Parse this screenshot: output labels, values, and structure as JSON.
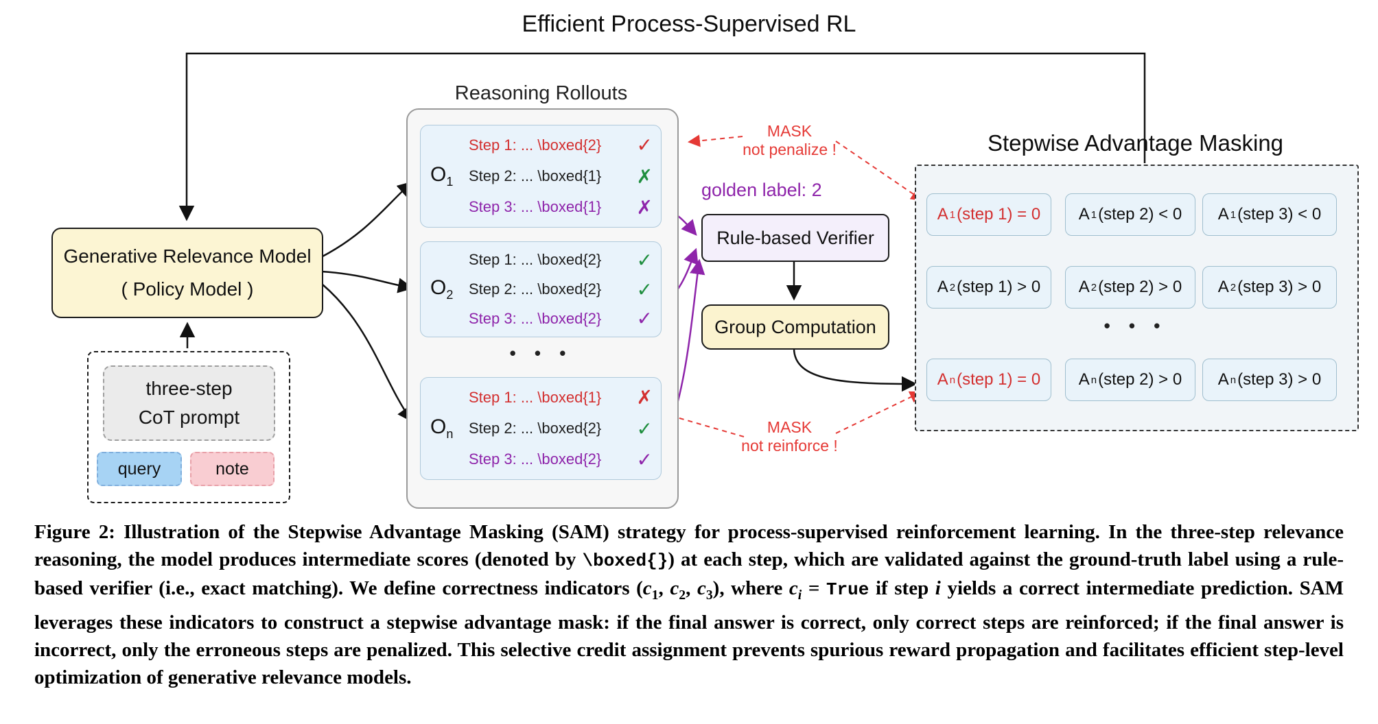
{
  "title": "Efficient Process-Supervised RL",
  "policy_model": {
    "line1": "Generative Relevance Model",
    "line2": "( Policy Model )"
  },
  "prompt": {
    "line1": "three-step",
    "line2": "CoT prompt",
    "query": "query",
    "note": "note"
  },
  "rollouts": {
    "heading": "Reasoning Rollouts",
    "dots": "• • •",
    "items": [
      {
        "label": "O",
        "sub": "1",
        "steps": [
          {
            "text": "Step 1: ... \\boxed{2}",
            "mark": "✓"
          },
          {
            "text": "Step 2: ... \\boxed{1}",
            "mark": "✗"
          },
          {
            "text": "Step 3: ... \\boxed{1}",
            "mark": "✗"
          }
        ]
      },
      {
        "label": "O",
        "sub": "2",
        "steps": [
          {
            "text": "Step 1: ... \\boxed{2}",
            "mark": "✓"
          },
          {
            "text": "Step 2: ... \\boxed{2}",
            "mark": "✓"
          },
          {
            "text": "Step 3: ... \\boxed{2}",
            "mark": "✓"
          }
        ]
      },
      {
        "label": "O",
        "sub": "n",
        "steps": [
          {
            "text": "Step 1: ... \\boxed{1}",
            "mark": "✗"
          },
          {
            "text": "Step 2: ... \\boxed{2}",
            "mark": "✓"
          },
          {
            "text": "Step 3: ... \\boxed{2}",
            "mark": "✓"
          }
        ]
      }
    ]
  },
  "verifier": {
    "golden_label": "golden label: 2",
    "verifier_label": "Rule-based Verifier",
    "group_label": "Group Computation"
  },
  "mask_notes": {
    "penalize_line1": "MASK",
    "penalize_line2": "not penalize !",
    "reinforce_line1": "MASK",
    "reinforce_line2": "not reinforce !"
  },
  "masking": {
    "heading": "Stepwise Advantage Masking",
    "dots": "• • •",
    "cells": [
      [
        {
          "a": "A",
          "sub": "1",
          "text": "(step 1) = 0"
        },
        {
          "a": "A",
          "sub": "1",
          "text": "(step 2) < 0"
        },
        {
          "a": "A",
          "sub": "1",
          "text": "(step 3) < 0"
        }
      ],
      [
        {
          "a": "A",
          "sub": "2",
          "text": "(step 1) > 0"
        },
        {
          "a": "A",
          "sub": "2",
          "text": "(step 2) > 0"
        },
        {
          "a": "A",
          "sub": "2",
          "text": "(step 3) > 0"
        }
      ],
      [
        {
          "a": "A",
          "sub": "n",
          "text": "(step 1) = 0"
        },
        {
          "a": "A",
          "sub": "n",
          "text": "(step 2) > 0"
        },
        {
          "a": "A",
          "sub": "n",
          "text": "(step 3) > 0"
        }
      ]
    ]
  },
  "caption": {
    "segments": [
      {
        "t": "Figure 2: Illustration of the Stepwise Advantage Masking (SAM) strategy for process-supervised reinforcement learning. In the three-step relevance reasoning, the model produces intermediate scores (denoted by "
      },
      {
        "t": "\\boxed{}"
      },
      {
        "t": ") at each step, which are validated against the ground-truth label using a rule-based verifier (i.e., exact matching). We define correctness indicators ("
      },
      {
        "t": "c"
      },
      {
        "t": "1"
      },
      {
        "t": ", "
      },
      {
        "t": "c"
      },
      {
        "t": "2"
      },
      {
        "t": ", "
      },
      {
        "t": "c"
      },
      {
        "t": "3"
      },
      {
        "t": "), where "
      },
      {
        "t": "c"
      },
      {
        "t": "i"
      },
      {
        "t": " = "
      },
      {
        "t": "True"
      },
      {
        "t": " if step "
      },
      {
        "t": "i"
      },
      {
        "t": " yields a correct intermediate prediction. SAM leverages these indicators to construct a stepwise advantage mask: if the final answer is correct, only correct steps are reinforced; if the final answer is incorrect, only the erroneous steps are penalized. This selective credit assignment prevents spurious reward propagation and facilitates efficient step-level optimization of generative relevance models."
      }
    ]
  },
  "colors": {
    "step_red": "#D32F2F",
    "mark_green": "#1E8E3E",
    "purple": "#8E24AA",
    "note_red": "#E53935",
    "policy_fill": "#FCF5D3",
    "rollout_fill": "#E9F3FB",
    "verifier_fill": "#F4EFFB",
    "group_fill": "#FBF3CF",
    "mask_cell_fill": "#E9F3FA",
    "query_fill": "#A7D3F4",
    "note_fill": "#F9CDD2"
  }
}
